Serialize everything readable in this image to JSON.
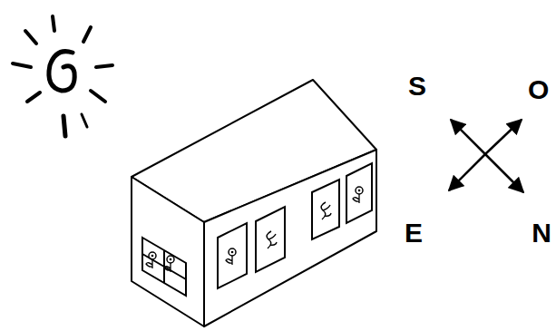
{
  "diagram": {
    "labels": [
      "S",
      "O",
      "E",
      "N"
    ]
  }
}
